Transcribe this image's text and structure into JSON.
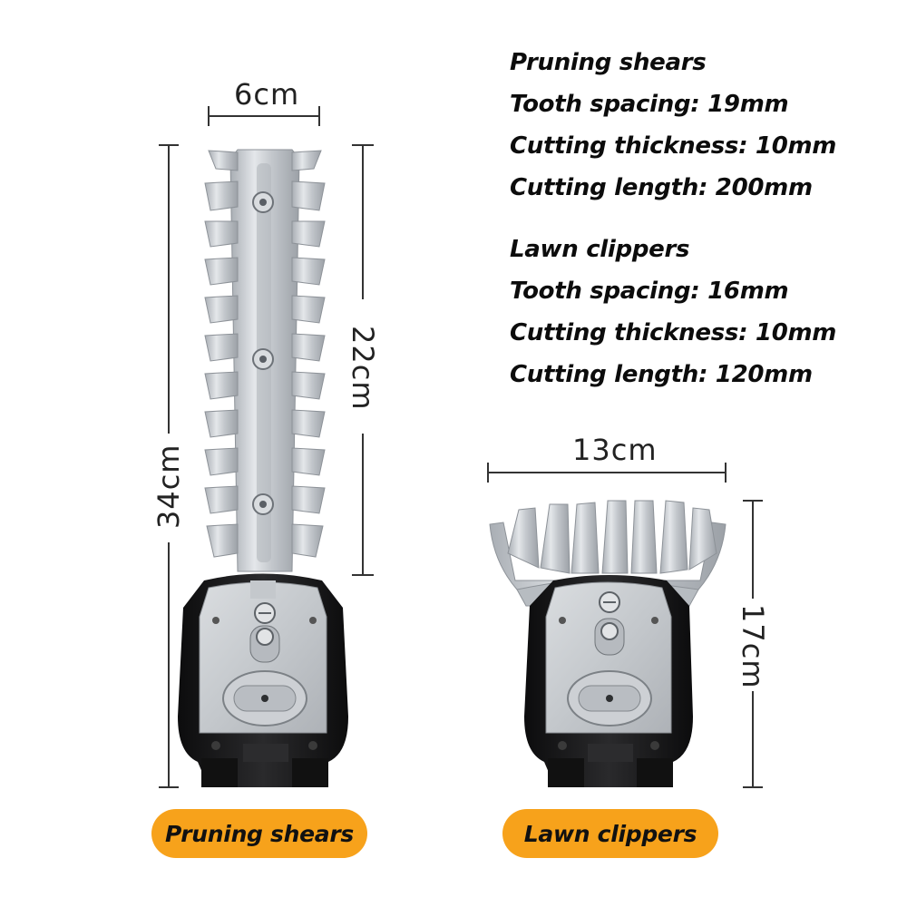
{
  "dimensions": {
    "shears_width": "6cm",
    "shears_blade_length": "22cm",
    "shears_total_length": "34cm",
    "clippers_width": "13cm",
    "clippers_length": "17cm"
  },
  "specs": {
    "pruning": {
      "heading": "Pruning shears",
      "tooth_spacing": "Tooth spacing: 19mm",
      "cutting_thickness": "Cutting thickness: 10mm",
      "cutting_length": "Cutting length: 200mm"
    },
    "lawn": {
      "heading": "Lawn clippers",
      "tooth_spacing": "Tooth spacing: 16mm",
      "cutting_thickness": "Cutting thickness: 10mm",
      "cutting_length": "Cutting length: 120mm"
    }
  },
  "labels": {
    "pruning_button": "Pruning shears",
    "lawn_button": "Lawn clippers"
  },
  "colors": {
    "accent": "#f7a21b",
    "steel": "#c9cdd2",
    "housing": "#1c1c1e"
  }
}
